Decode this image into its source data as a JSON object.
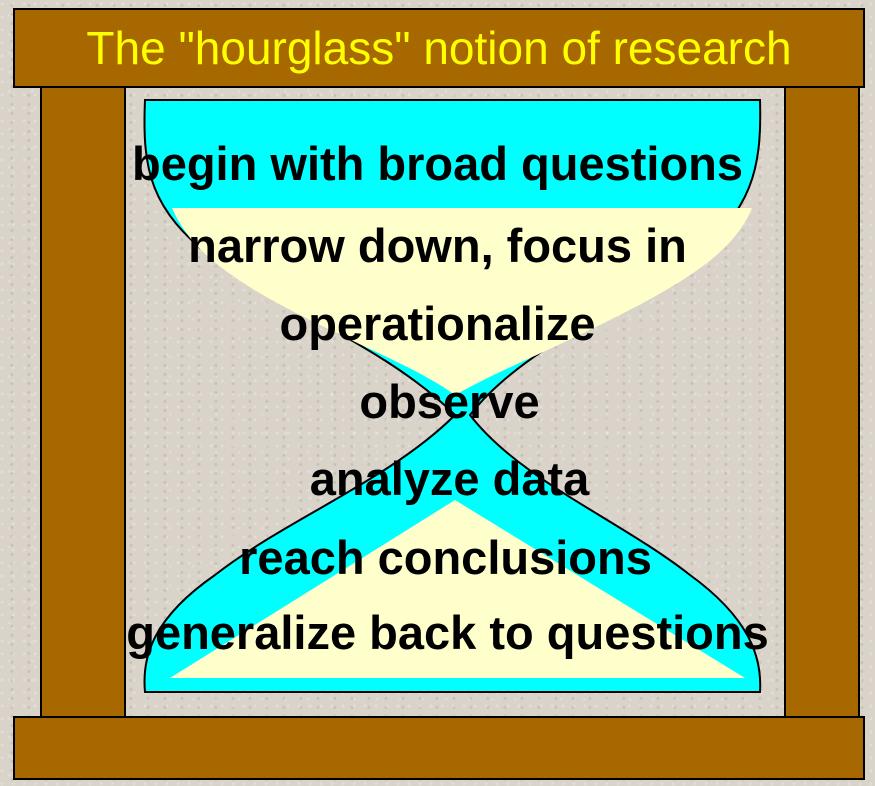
{
  "title": "The \"hourglass\" notion of research",
  "steps": [
    "begin with broad questions",
    "narrow down, focus in",
    "operationalize",
    "observe",
    "analyze data",
    "reach conclusions",
    "generalize back to questions"
  ],
  "colors": {
    "frame": "#a86800",
    "title_text": "#ffff00",
    "glass": "#00ffff",
    "sand": "#ffffcc",
    "background": "#d9d3c9"
  }
}
